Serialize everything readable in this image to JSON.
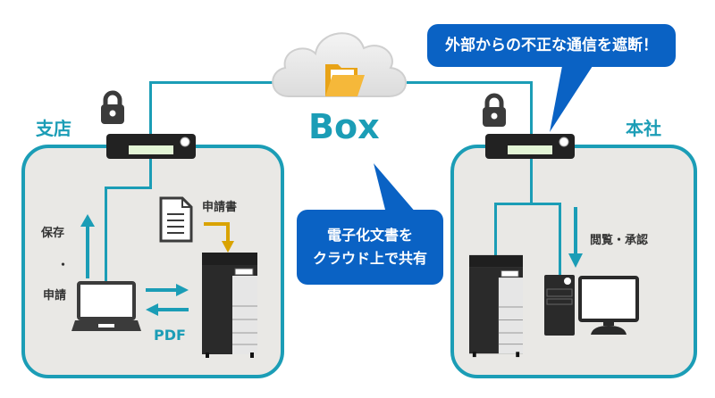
{
  "cloud": {
    "service_name": "Box",
    "icon": "folder-icon"
  },
  "branch": {
    "label": "支店",
    "labels": {
      "save": "保存",
      "dot": "・",
      "apply": "申請",
      "application_form": "申請書",
      "pdf": "PDF"
    }
  },
  "headquarters": {
    "label": "本社",
    "labels": {
      "view_approve": "閲覧・承認"
    }
  },
  "callouts": {
    "firewall": "外部からの不正な通信を遮断！",
    "share_line1": "電子化文書を",
    "share_line2": "クラウド上で共有"
  },
  "colors": {
    "accent": "#1b9db6",
    "callout": "#0a62c4",
    "arrow_doc": "#d9a300",
    "panel_bg": "#e9e8e5"
  }
}
